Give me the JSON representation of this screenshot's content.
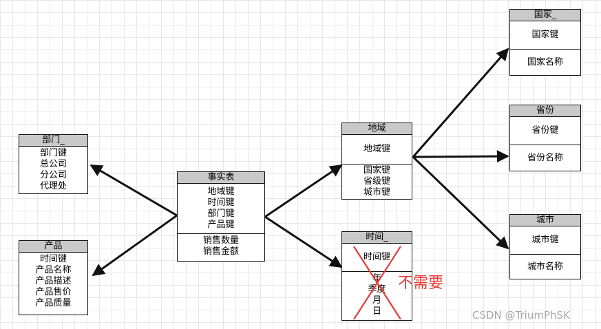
{
  "entities": {
    "fact": {
      "title": "事实表",
      "fields_a": [
        "地域键",
        "时间键",
        "部门键",
        "产品键"
      ],
      "fields_b": [
        "销售数量",
        "销售金额"
      ]
    },
    "dept": {
      "title": "部门_",
      "fields": [
        "部门键",
        "总公司",
        "分公司",
        "代理处"
      ]
    },
    "product": {
      "title": "产品",
      "fields": [
        "时间键",
        "产品名称",
        "产品描述",
        "产品售价",
        "产品质量"
      ]
    },
    "region": {
      "title": "地域",
      "key": "地域键",
      "fields": [
        "国家键",
        "省级键",
        "城市键"
      ]
    },
    "time": {
      "title": "时间_",
      "key": "时间键",
      "fields": [
        "年",
        "季度",
        "月",
        "日"
      ]
    },
    "country": {
      "title": "国家_",
      "key": "国家键",
      "name": "国家名称"
    },
    "province": {
      "title": "省份",
      "key": "省份键",
      "name": "省份名称"
    },
    "city": {
      "title": "城市",
      "key": "城市键",
      "name": "城市名称"
    }
  },
  "annotation": {
    "text": "不需要",
    "color": "#e53935"
  },
  "watermark": "CSDN @TriumPhSK",
  "colors": {
    "header_bg": "#c9c9c9",
    "line": "#111111",
    "grid": "#e7e7e7"
  }
}
